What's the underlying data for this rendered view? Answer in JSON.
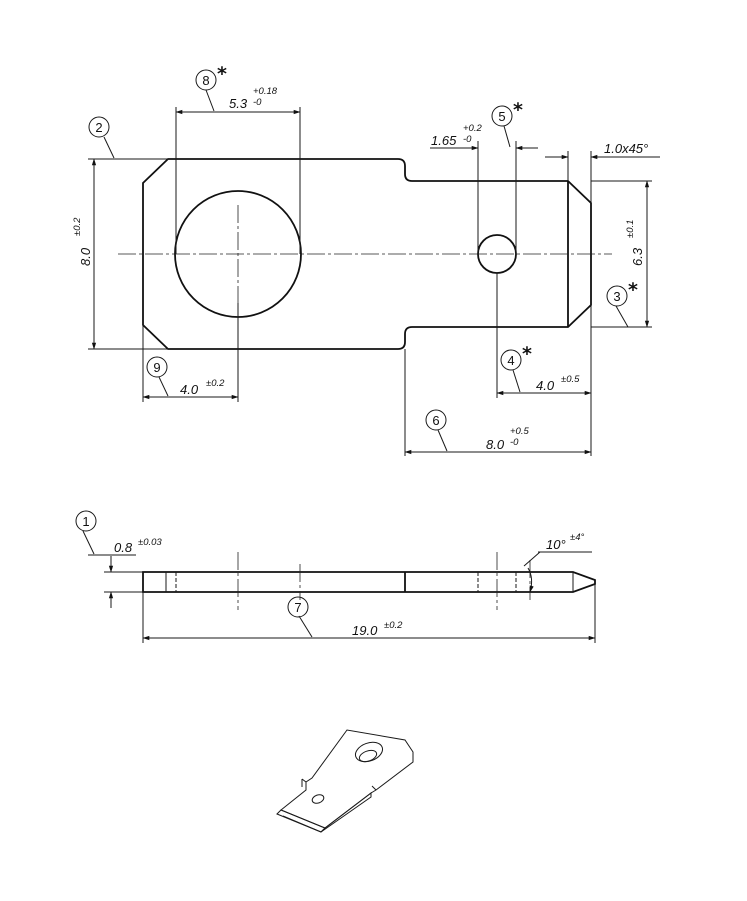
{
  "balloons": {
    "b1": "1",
    "b2": "2",
    "b3": "3",
    "b4": "4",
    "b5": "5",
    "b6": "6",
    "b7": "7",
    "b8": "8",
    "b9": "9"
  },
  "critical_marker": "*",
  "dimensions": {
    "hole_dia": {
      "value": "5.3",
      "tol_upper": "+0.18",
      "tol_lower": "-0"
    },
    "small_hole": {
      "value": "1.65",
      "tol_upper": "+0.2",
      "tol_lower": "-0"
    },
    "chamfer": {
      "value": "1.0x45°"
    },
    "width": {
      "value": "8.0",
      "tol": "±0.2"
    },
    "tab_width": {
      "value": "6.3",
      "tol": "±0.1"
    },
    "hole_pos": {
      "value": "4.0",
      "tol": "±0.2"
    },
    "small_hole_pos": {
      "value": "4.0",
      "tol": "±0.5"
    },
    "tab_length": {
      "value": "8.0",
      "tol_upper": "+0.5",
      "tol_lower": "-0"
    },
    "thickness": {
      "value": "0.8",
      "tol": "±0.03"
    },
    "angle": {
      "value": "10°",
      "tol": "±4°"
    },
    "length": {
      "value": "19.0",
      "tol": "±0.2"
    }
  },
  "colors": {
    "line": "#111111",
    "background": "#ffffff"
  }
}
